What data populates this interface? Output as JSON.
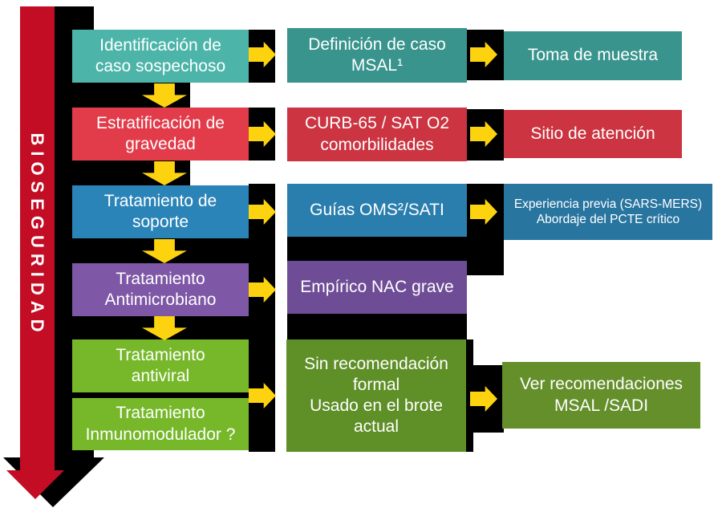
{
  "palette": {
    "teal-light": "#4cb4a9",
    "teal-dark": "#38948c",
    "red-light": "#e23b49",
    "red-dark": "#cb3440",
    "blue-left": "#2b84b8",
    "blue-mid": "#2a7eae",
    "blue-right": "#2875a0",
    "purple-left": "#7e57a6",
    "purple-mid": "#6f4d96",
    "green-light": "#76b82a",
    "green-dark": "#5f8f27",
    "green-dark2": "#648f2b",
    "arrow-yellow": "#fdd20e",
    "banner-red": "#c30d24",
    "connector-black": "#000000"
  },
  "banner": {
    "label": "BIOSEGURIDAD"
  },
  "flow": {
    "row1": {
      "left": "Identificación de\ncaso sospechoso",
      "middle": "Definición de caso\nMSAL¹",
      "right": "Toma de muestra"
    },
    "row2": {
      "left": "Estratificación de\ngravedad",
      "middle": "CURB-65 / SAT O2\ncomorbilidades",
      "right": "Sitio de atención"
    },
    "row3": {
      "left": "Tratamiento de\nsoporte",
      "middle": "Guías OMS²/SATI",
      "right": "Experiencia previa (SARS-MERS)\nAbordaje del PCTE crítico"
    },
    "row4": {
      "left": "Tratamiento\nAntimicrobiano",
      "middle": "Empírico NAC grave"
    },
    "row5": {
      "left_top": "Tratamiento\nantiviral",
      "left_bottom": "Tratamiento\nInmunomodulador ?",
      "middle": "Sin recomendación\nformal\nUsado en el brote\nactual",
      "right": "Ver recomendaciones\nMSAL /SADI"
    }
  }
}
